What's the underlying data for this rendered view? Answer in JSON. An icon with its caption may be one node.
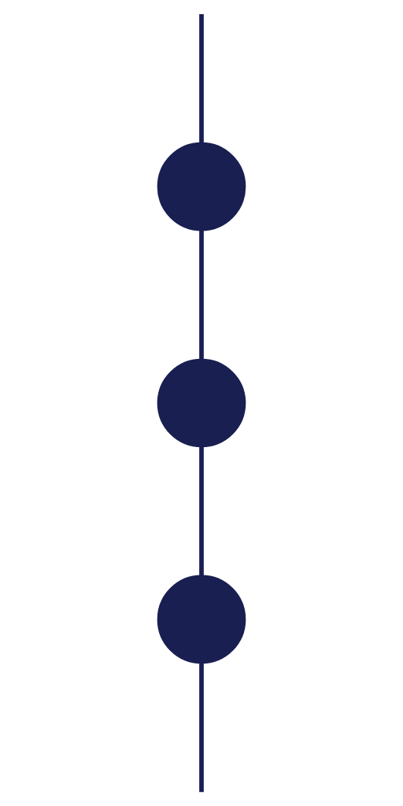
{
  "diagram": {
    "nodes": [
      {
        "text": [],
        "shape": "circle"
      },
      {
        "text": [],
        "shape": "circle"
      },
      {
        "text": [],
        "shape": "circle"
      }
    ],
    "edges": [
      {
        "from": null,
        "to": 0,
        "arrow": "none"
      },
      {
        "from": 0,
        "to": 1,
        "arrow": "none"
      },
      {
        "from": 1,
        "to": 2,
        "arrow": "none"
      },
      {
        "from": 2,
        "to": null,
        "arrow": "none"
      }
    ]
  }
}
